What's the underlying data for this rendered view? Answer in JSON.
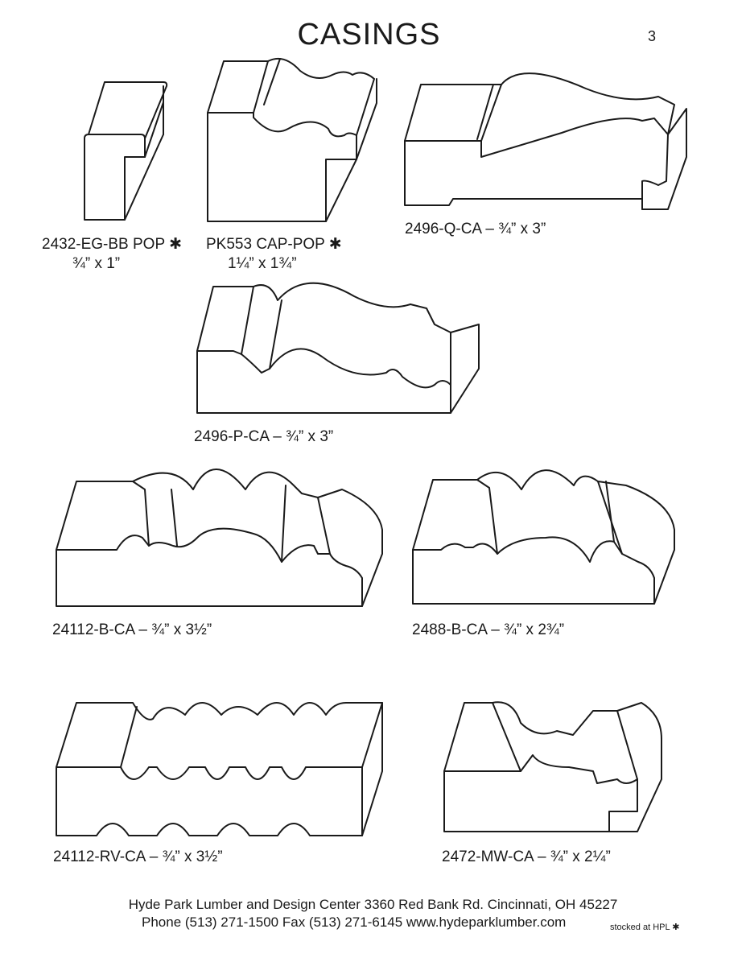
{
  "page": {
    "title": "CASINGS",
    "page_number": "3"
  },
  "items": [
    {
      "code": "2432-EG-BB POP",
      "stocked_mark": "✱",
      "size": "¾” x 1”"
    },
    {
      "code": "PK553 CAP-POP",
      "stocked_mark": "✱",
      "size": "1¼” x 1¾”"
    },
    {
      "code": "2496-Q-CA",
      "separator": "–",
      "size": "¾” x 3”"
    },
    {
      "code": "2496-P-CA",
      "separator": "–",
      "size": "¾” x 3”"
    },
    {
      "code": "24112-B-CA",
      "separator": "–",
      "size": "¾” x 3½”"
    },
    {
      "code": "2488-B-CA",
      "separator": "–",
      "size": "¾” x 2¾”"
    },
    {
      "code": "24112-RV-CA",
      "separator": "–",
      "size": "¾” x 3½”"
    },
    {
      "code": "2472-MW-CA",
      "separator": "–",
      "size": "¾” x 2¼”"
    }
  ],
  "footer": {
    "line1": "Hyde Park Lumber and Design Center  3360 Red Bank Rd.  Cincinnati, OH 45227",
    "line2": "Phone (513) 271-1500  Fax (513) 271-6145  www.hydeparklumber.com",
    "stocked_note": "stocked at HPL",
    "stocked_mark": "✱"
  }
}
